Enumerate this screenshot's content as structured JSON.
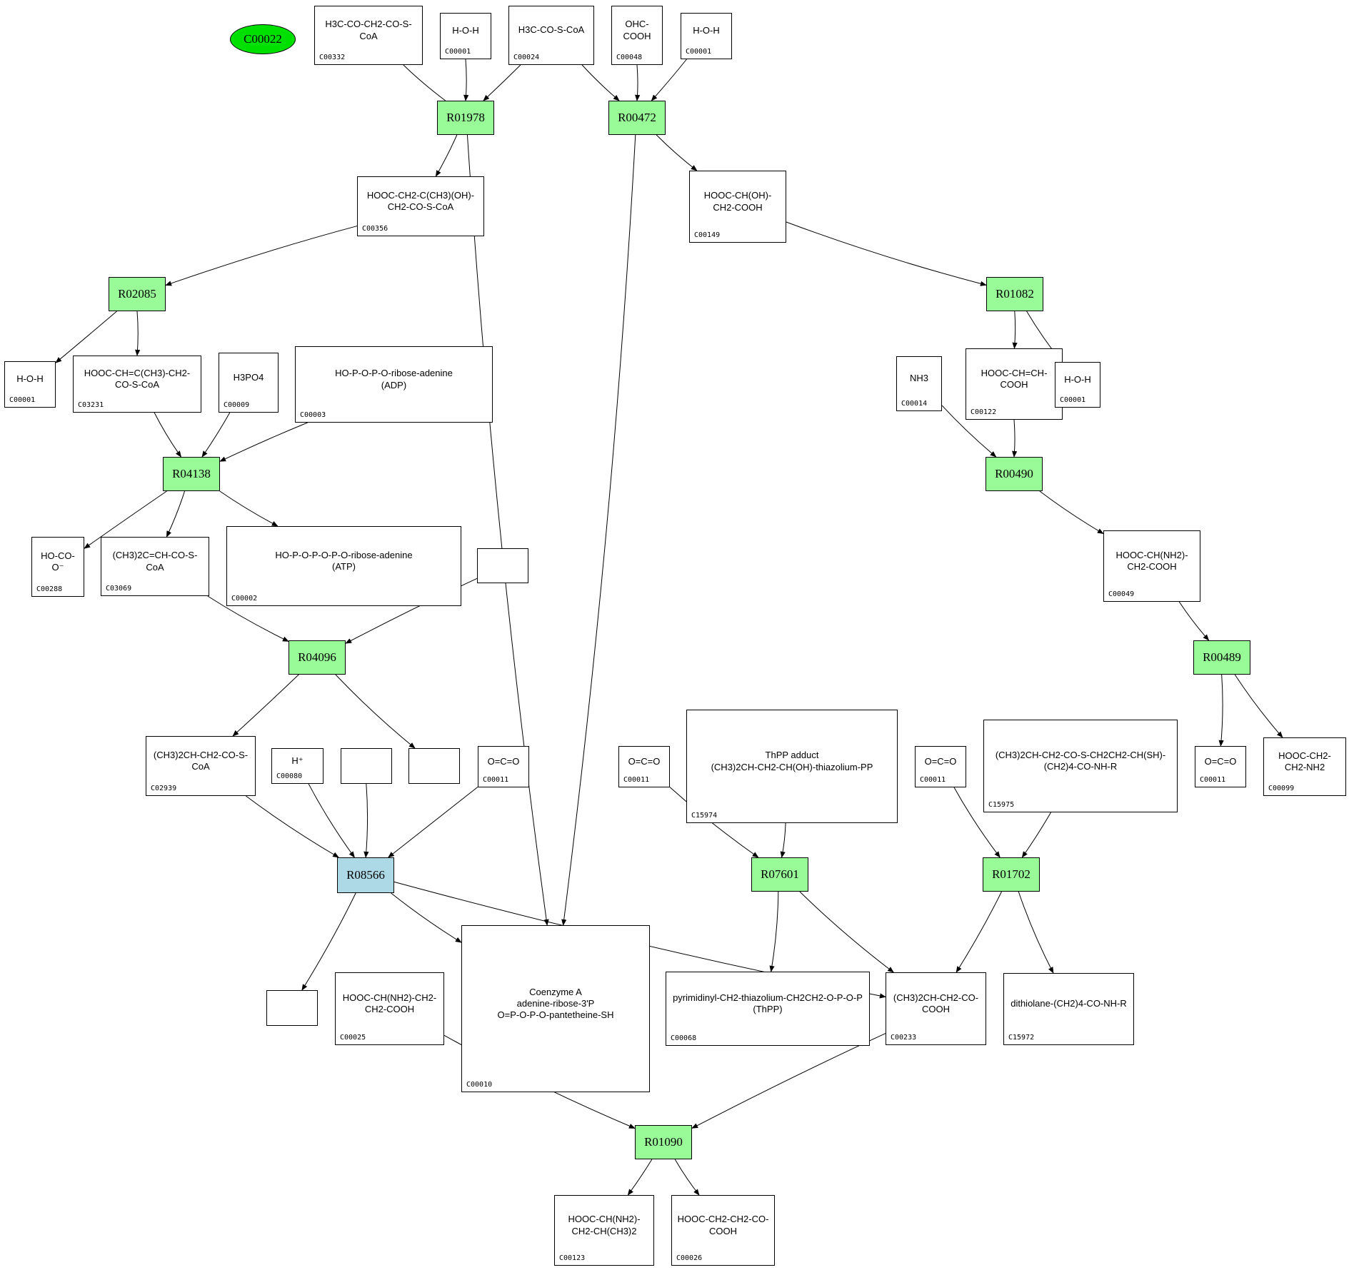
{
  "title": "Pathway graph around R08566",
  "colors": {
    "reaction": "#98fb98",
    "reaction_highlight": "#add8e6",
    "start_compound": "#00e000",
    "edge": "#000000"
  },
  "nodes": [
    {
      "id": "C00022",
      "kind": "ellipse",
      "label": "C00022"
    },
    {
      "id": "n_C00332",
      "kind": "compound",
      "cid": "C00332",
      "formula": "H3C-CO-CH2-CO-S-CoA"
    },
    {
      "id": "n_C00001a",
      "kind": "compound",
      "cid": "C00001",
      "formula": "H-O-H"
    },
    {
      "id": "n_C00024",
      "kind": "compound",
      "cid": "C00024",
      "formula": "H3C-CO-S-CoA"
    },
    {
      "id": "n_C00048",
      "kind": "compound",
      "cid": "C00048",
      "formula": "OHC-COOH"
    },
    {
      "id": "n_C00001b",
      "kind": "compound",
      "cid": "C00001",
      "formula": "H-O-H"
    },
    {
      "id": "R01978",
      "kind": "reaction",
      "label": "R01978"
    },
    {
      "id": "R00472",
      "kind": "reaction",
      "label": "R00472"
    },
    {
      "id": "n_C00356",
      "kind": "compound",
      "cid": "C00356",
      "formula": "HOOC-CH2-C(CH3)(OH)-CH2-CO-S-CoA"
    },
    {
      "id": "n_C00149",
      "kind": "compound",
      "cid": "C00149",
      "formula": "HOOC-CH(OH)-CH2-COOH"
    },
    {
      "id": "R02085",
      "kind": "reaction",
      "label": "R02085"
    },
    {
      "id": "R01082",
      "kind": "reaction",
      "label": "R01082"
    },
    {
      "id": "n_C00001c",
      "kind": "compound",
      "cid": "C00001",
      "formula": "H-O-H"
    },
    {
      "id": "n_C03231",
      "kind": "compound",
      "cid": "C03231",
      "formula": "HOOC-CH=C(CH3)-CH2-CO-S-CoA"
    },
    {
      "id": "n_C00009",
      "kind": "compound",
      "cid": "C00009",
      "formula": "H3PO4"
    },
    {
      "id": "n_C00003",
      "kind": "compound",
      "cid": "C00003",
      "formula": "HO-P-O-P-O-ribose-adenine\n(ADP)"
    },
    {
      "id": "n_C00014",
      "kind": "compound",
      "cid": "C00014",
      "formula": "NH3"
    },
    {
      "id": "n_C00122",
      "kind": "compound",
      "cid": "C00122",
      "formula": "HOOC-CH=CH-COOH"
    },
    {
      "id": "n_C00001d",
      "kind": "compound",
      "cid": "C00001",
      "formula": "H-O-H"
    },
    {
      "id": "R04138",
      "kind": "reaction",
      "label": "R04138"
    },
    {
      "id": "R00490",
      "kind": "reaction",
      "label": "R00490"
    },
    {
      "id": "n_C00288",
      "kind": "compound",
      "cid": "C00288",
      "formula": "HO-CO-O⁻"
    },
    {
      "id": "n_C03069",
      "kind": "compound",
      "cid": "C03069",
      "formula": "(CH3)2C=CH-CO-S-CoA"
    },
    {
      "id": "n_C00002",
      "kind": "compound",
      "cid": "C00002",
      "formula": "HO-P-O-P-O-P-O-ribose-adenine\n(ATP)"
    },
    {
      "id": "n_empty1",
      "kind": "compound",
      "cid": "",
      "formula": ""
    },
    {
      "id": "n_C00049",
      "kind": "compound",
      "cid": "C00049",
      "formula": "HOOC-CH(NH2)-CH2-COOH"
    },
    {
      "id": "R04096",
      "kind": "reaction",
      "label": "R04096"
    },
    {
      "id": "R00489",
      "kind": "reaction",
      "label": "R00489"
    },
    {
      "id": "n_C02939",
      "kind": "compound",
      "cid": "C02939",
      "formula": "(CH3)2CH-CH2-CO-S-CoA"
    },
    {
      "id": "n_C00080",
      "kind": "compound",
      "cid": "C00080",
      "formula": "H⁺"
    },
    {
      "id": "n_empty2",
      "kind": "compound",
      "cid": "",
      "formula": ""
    },
    {
      "id": "n_empty3",
      "kind": "compound",
      "cid": "",
      "formula": ""
    },
    {
      "id": "n_C00011a",
      "kind": "compound",
      "cid": "C00011",
      "formula": "O=C=O"
    },
    {
      "id": "n_C00011b",
      "kind": "compound",
      "cid": "C00011",
      "formula": "O=C=O"
    },
    {
      "id": "n_C15974",
      "kind": "compound",
      "cid": "C15974",
      "formula": "ThPP adduct\n(CH3)2CH-CH2-CH(OH)-thiazolium-PP"
    },
    {
      "id": "n_C00011c",
      "kind": "compound",
      "cid": "C00011",
      "formula": "O=C=O"
    },
    {
      "id": "n_C15975",
      "kind": "compound",
      "cid": "C15975",
      "formula": "(CH3)2CH-CH2-CO-S-CH2CH2-CH(SH)-(CH2)4-CO-NH-R"
    },
    {
      "id": "n_C00011d",
      "kind": "compound",
      "cid": "C00011",
      "formula": "O=C=O"
    },
    {
      "id": "n_C00099",
      "kind": "compound",
      "cid": "C00099",
      "formula": "HOOC-CH2-CH2-NH2"
    },
    {
      "id": "R08566",
      "kind": "reaction",
      "label": "R08566",
      "highlight": true
    },
    {
      "id": "R07601",
      "kind": "reaction",
      "label": "R07601"
    },
    {
      "id": "R01702",
      "kind": "reaction",
      "label": "R01702"
    },
    {
      "id": "n_empty4",
      "kind": "compound",
      "cid": "",
      "formula": ""
    },
    {
      "id": "n_C00025",
      "kind": "compound",
      "cid": "C00025",
      "formula": "HOOC-CH(NH2)-CH2-CH2-COOH"
    },
    {
      "id": "n_C00010",
      "kind": "compound",
      "cid": "C00010",
      "formula": "Coenzyme A\nadenine-ribose-3'P\nO=P-O-P-O-pantetheine-SH"
    },
    {
      "id": "n_C00068",
      "kind": "compound",
      "cid": "C00068",
      "formula": "pyrimidinyl-CH2-thiazolium-CH2CH2-O-P-O-P\n(ThPP)"
    },
    {
      "id": "n_C00233",
      "kind": "compound",
      "cid": "C00233",
      "formula": "(CH3)2CH-CH2-CO-COOH"
    },
    {
      "id": "n_C15972",
      "kind": "compound",
      "cid": "C15972",
      "formula": "dithiolane-(CH2)4-CO-NH-R"
    },
    {
      "id": "R01090",
      "kind": "reaction",
      "label": "R01090"
    },
    {
      "id": "n_C00123",
      "kind": "compound",
      "cid": "C00123",
      "formula": "HOOC-CH(NH2)-CH2-CH(CH3)2"
    },
    {
      "id": "n_C00026",
      "kind": "compound",
      "cid": "C00026",
      "formula": "HOOC-CH2-CH2-CO-COOH"
    }
  ],
  "edges": [
    [
      "n_C00332",
      "R01978",
      false
    ],
    [
      "n_C00001a",
      "R01978",
      true
    ],
    [
      "n_C00024",
      "R01978",
      true
    ],
    [
      "n_C00024",
      "R00472",
      true
    ],
    [
      "n_C00048",
      "R00472",
      true
    ],
    [
      "n_C00001b",
      "R00472",
      true
    ],
    [
      "R01978",
      "n_C00356",
      true
    ],
    [
      "R01978",
      "n_C00010",
      true
    ],
    [
      "R00472",
      "n_C00149",
      true
    ],
    [
      "R00472",
      "n_C00010",
      true
    ],
    [
      "n_C00356",
      "R02085",
      true
    ],
    [
      "n_C00149",
      "R01082",
      true
    ],
    [
      "R02085",
      "n_C00001c",
      true
    ],
    [
      "R02085",
      "n_C03231",
      true
    ],
    [
      "R01082",
      "n_C00122",
      true
    ],
    [
      "R01082",
      "n_C00001d",
      true
    ],
    [
      "n_C03231",
      "R04138",
      true
    ],
    [
      "n_C00009",
      "R04138",
      true
    ],
    [
      "n_C00003",
      "R04138",
      true
    ],
    [
      "n_C00014",
      "R00490",
      true
    ],
    [
      "n_C00122",
      "R00490",
      true
    ],
    [
      "R04138",
      "n_C00288",
      true
    ],
    [
      "R04138",
      "n_C03069",
      true
    ],
    [
      "R04138",
      "n_C00002",
      true
    ],
    [
      "R00490",
      "n_C00049",
      true
    ],
    [
      "n_C03069",
      "R04096",
      true
    ],
    [
      "n_empty1",
      "R04096",
      true
    ],
    [
      "n_C00049",
      "R00489",
      true
    ],
    [
      "R04096",
      "n_C02939",
      true
    ],
    [
      "R04096",
      "n_empty3",
      true
    ],
    [
      "R00489",
      "n_C00011d",
      true
    ],
    [
      "R00489",
      "n_C00099",
      true
    ],
    [
      "n_C02939",
      "R08566",
      true
    ],
    [
      "n_C00080",
      "R08566",
      true
    ],
    [
      "n_empty2",
      "R08566",
      true
    ],
    [
      "n_C00011a",
      "R08566",
      true
    ],
    [
      "n_C00011b",
      "R07601",
      true
    ],
    [
      "n_C15974",
      "R07601",
      true
    ],
    [
      "n_C00011c",
      "R01702",
      true
    ],
    [
      "n_C15975",
      "R01702",
      true
    ],
    [
      "R08566",
      "n_empty4",
      true
    ],
    [
      "R08566",
      "n_C00010",
      true
    ],
    [
      "R08566",
      "n_C00233",
      true
    ],
    [
      "R07601",
      "n_C00068",
      true
    ],
    [
      "R07601",
      "n_C00233",
      true
    ],
    [
      "R01702",
      "n_C00233",
      true
    ],
    [
      "R01702",
      "n_C15972",
      true
    ],
    [
      "n_C00025",
      "R01090",
      true
    ],
    [
      "n_C00233",
      "R01090",
      true
    ],
    [
      "R01090",
      "n_C00123",
      true
    ],
    [
      "R01090",
      "n_C00026",
      true
    ]
  ]
}
